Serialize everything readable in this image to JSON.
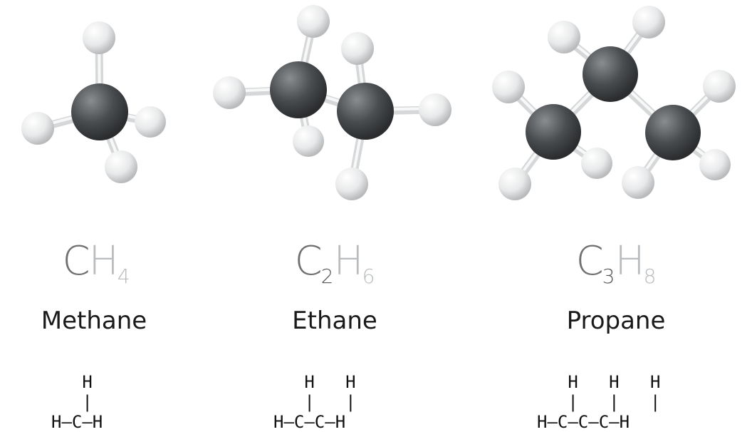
{
  "molecules": [
    {
      "name": "Methane",
      "formula": [
        {
          "symbol": "C",
          "count": "",
          "kind": "carbon"
        },
        {
          "symbol": "H",
          "count": "4",
          "kind": "hydrogen"
        }
      ],
      "structural": {
        "top_row": [
          "H"
        ],
        "bottom_row": [
          "H",
          "C",
          "H"
        ]
      }
    },
    {
      "name": "Ethane",
      "formula": [
        {
          "symbol": "C",
          "count": "2",
          "kind": "carbon"
        },
        {
          "symbol": "H",
          "count": "6",
          "kind": "hydrogen"
        }
      ],
      "structural": {
        "top_row": [
          "H",
          "H"
        ],
        "bottom_row": [
          "H",
          "C",
          "C",
          "H"
        ]
      }
    },
    {
      "name": "Propane",
      "formula": [
        {
          "symbol": "C",
          "count": "3",
          "kind": "carbon"
        },
        {
          "symbol": "H",
          "count": "8",
          "kind": "hydrogen"
        }
      ],
      "structural": {
        "top_row": [
          "H",
          "H",
          "H"
        ],
        "bottom_row": [
          "H",
          "C",
          "C",
          "C",
          "H"
        ]
      }
    }
  ],
  "colors": {
    "carbon_atom": "#4a4d50",
    "hydrogen_atom": "#e8e9ea",
    "bond": "#d5d7d9",
    "formula_carbon": "#6e7072",
    "formula_hydrogen": "#b9bcbe",
    "text": "#1a1a1a"
  }
}
